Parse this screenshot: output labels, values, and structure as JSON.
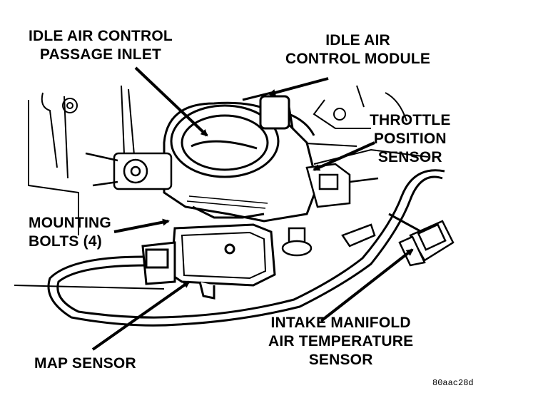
{
  "labels": {
    "iac_inlet": {
      "line1": "IDLE AIR CONTROL",
      "line2": "PASSAGE INLET"
    },
    "iac_module": {
      "line1": "IDLE AIR",
      "line2": "CONTROL MODULE"
    },
    "tps": {
      "line1": "THROTTLE",
      "line2": "POSITION",
      "line3": "SENSOR"
    },
    "bolts": {
      "line1": "MOUNTING",
      "line2": "BOLTS (4)"
    },
    "map": {
      "line1": "MAP SENSOR"
    },
    "iat": {
      "line1": "INTAKE MANIFOLD",
      "line2": "AIR TEMPERATURE",
      "line3": "SENSOR"
    }
  },
  "figure_code": "80aac28d",
  "colors": {
    "ink": "#000000",
    "paper": "#ffffff"
  }
}
